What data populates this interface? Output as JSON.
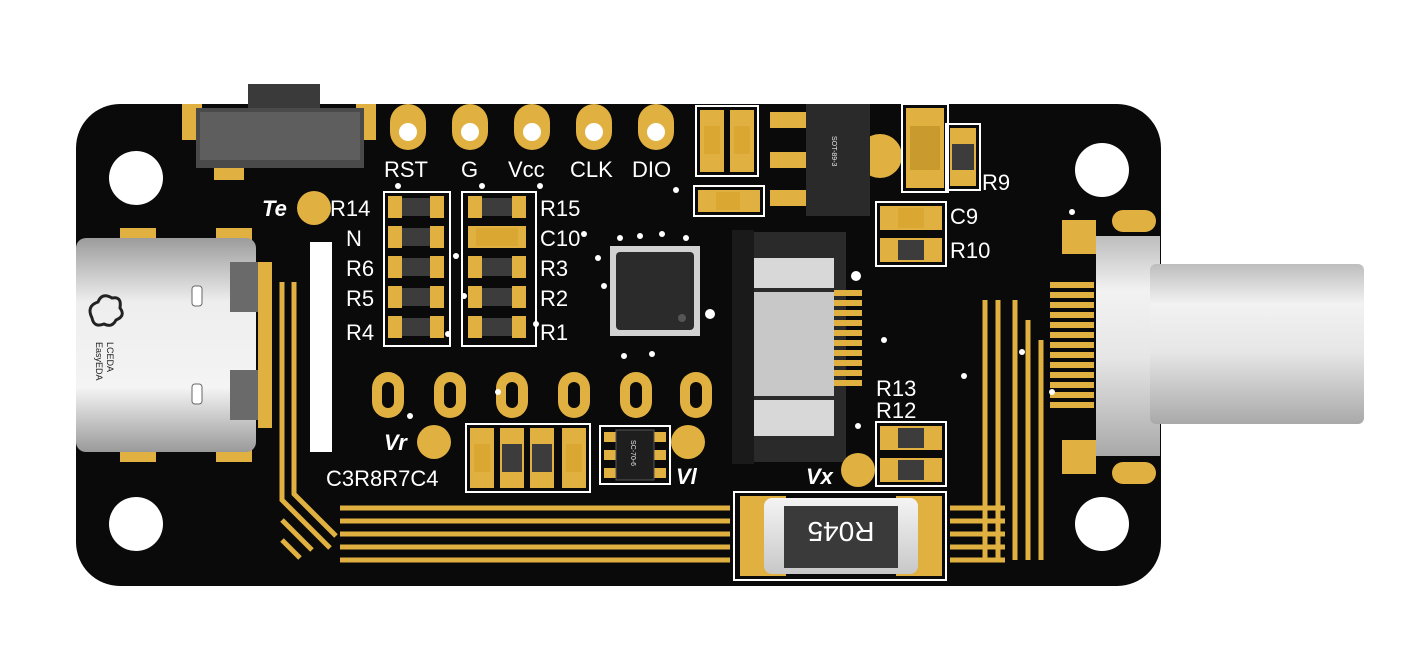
{
  "board": {
    "colors": {
      "mask": "#0a0a0a",
      "gold": "#e0b040",
      "silk": "#ffffff",
      "steel": "#d8d8d8"
    },
    "header_pins": [
      "RST",
      "G",
      "Vcc",
      "CLK",
      "DIO"
    ],
    "test_points": {
      "te": "Te",
      "vr": "Vr",
      "vl": "Vl",
      "vx": "Vx"
    },
    "left_column_labels": [
      "R14",
      "N",
      "R6",
      "R5",
      "R4"
    ],
    "right_column_labels": [
      "R15",
      "C10",
      "R3",
      "R2",
      "R1"
    ],
    "bottom_labels": "C3R8R7C4",
    "caps": {
      "c9": "C9",
      "r9": "R9",
      "r10": "R10",
      "r13": "R13",
      "r12": "R12"
    },
    "shunt_label": "R045",
    "regulator_mark": "SOT-89-3",
    "small_ic_mark": "SC-70-6",
    "logo_lines": [
      "LCEDA",
      "EasyEDA"
    ]
  }
}
